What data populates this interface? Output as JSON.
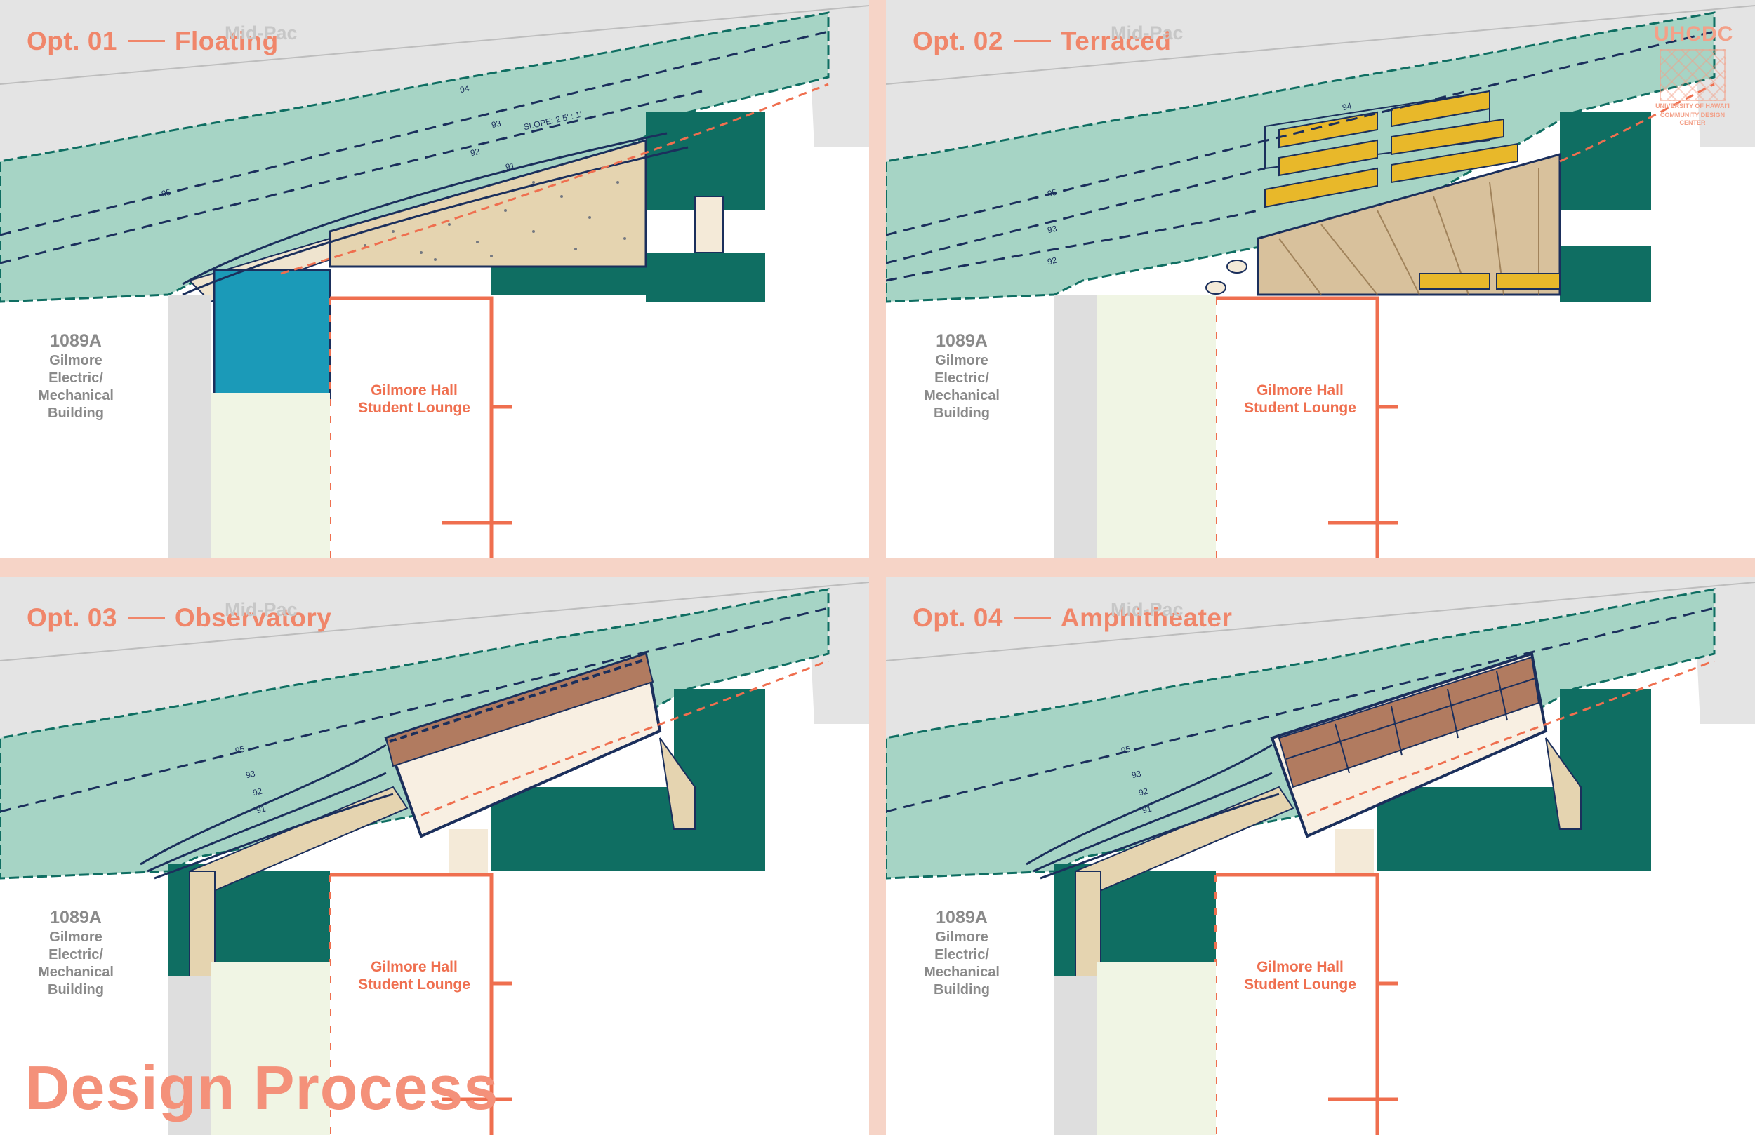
{
  "page": {
    "title": "Design Process",
    "accent_color": "#f0866a",
    "vegetation_color": "#0f6e62",
    "slope_color": "#a6d4c5",
    "contour_color": "#1b2f5c"
  },
  "logo": {
    "mark": "UHCDC",
    "subtitle_line1": "UNIVERSITY OF HAWAIʻI",
    "subtitle_line2": "COMMUNITY DESIGN CENTER"
  },
  "panels": [
    {
      "option": "Opt. 01",
      "name": "Floating",
      "street_label": "Mid-Pac",
      "building_number": "1089A",
      "building_lines": [
        "Gilmore",
        "Electric/",
        "Mechanical",
        "Building"
      ],
      "lounge_lines": [
        "Gilmore Hall",
        "Student Lounge"
      ],
      "contours": [
        "95",
        "94",
        "93",
        "92",
        "91"
      ],
      "slope_note": "SLOPE: 2.5' : 1'"
    },
    {
      "option": "Opt. 02",
      "name": "Terraced",
      "street_label": "Mid-Pac",
      "building_number": "1089A",
      "building_lines": [
        "Gilmore",
        "Electric/",
        "Mechanical",
        "Building"
      ],
      "lounge_lines": [
        "Gilmore Hall",
        "Student Lounge"
      ],
      "contours": [
        "95",
        "94",
        "93",
        "92"
      ]
    },
    {
      "option": "Opt. 03",
      "name": "Observatory",
      "street_label": "Mid-Pac",
      "building_number": "1089A",
      "building_lines": [
        "Gilmore",
        "Electric/",
        "Mechanical",
        "Building"
      ],
      "lounge_lines": [
        "Gilmore Hall",
        "Student Lounge"
      ],
      "contours": [
        "95",
        "93",
        "92",
        "91"
      ]
    },
    {
      "option": "Opt. 04",
      "name": "Amphitheater",
      "street_label": "Mid-Pac",
      "building_number": "1089A",
      "building_lines": [
        "Gilmore",
        "Electric/",
        "Mechanical",
        "Building"
      ],
      "lounge_lines": [
        "Gilmore Hall",
        "Student Lounge"
      ],
      "contours": [
        "95",
        "93",
        "92",
        "91"
      ]
    }
  ]
}
